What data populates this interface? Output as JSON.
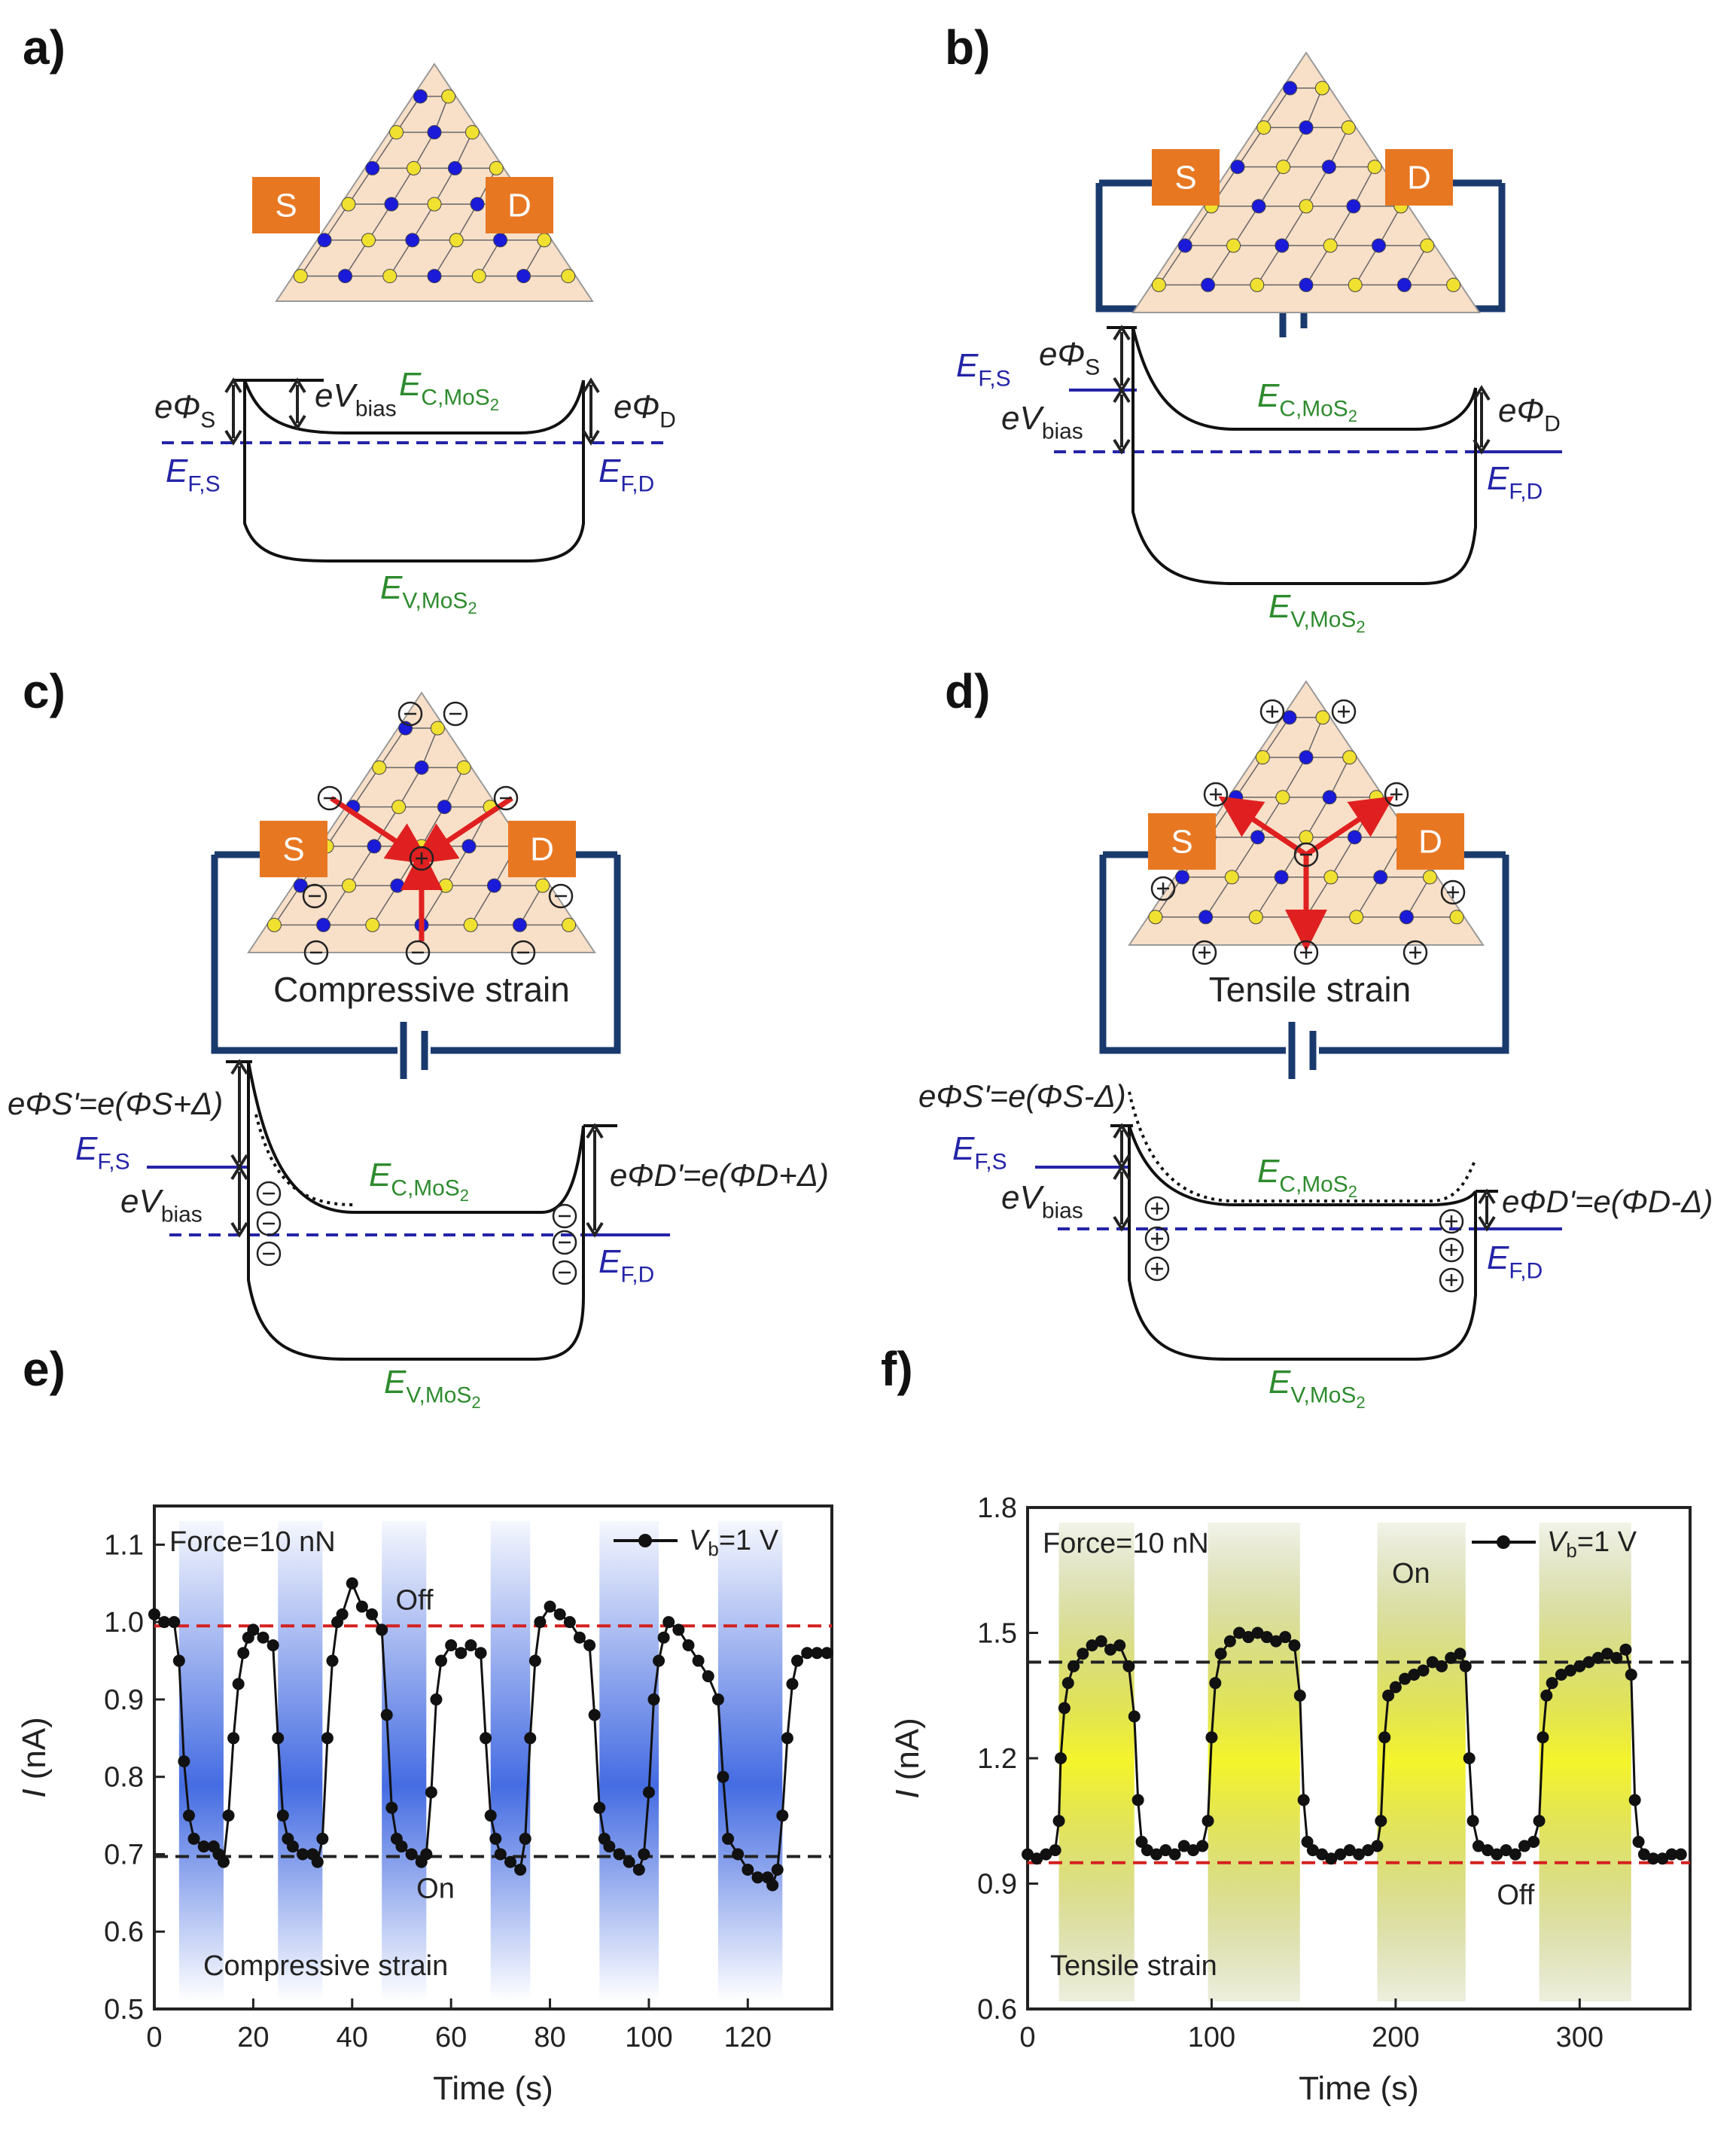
{
  "panels": {
    "a": {
      "label": "a)"
    },
    "b": {
      "label": "b)"
    },
    "c": {
      "label": "c)",
      "strain": "Compressive strain"
    },
    "d": {
      "label": "d)",
      "strain": "Tensile strain"
    },
    "e": {
      "label": "e)"
    },
    "f": {
      "label": "f)"
    }
  },
  "device": {
    "source": "S",
    "drain": "D"
  },
  "band": {
    "ec": "E",
    "ec_sub": "C,MoS",
    "ev": "E",
    "ev_sub": "V,MoS",
    "sub2": "2",
    "efs": "E",
    "efs_sub": "F,S",
    "efd": "E",
    "efd_sub": "F,D",
    "ephis": "eΦ",
    "ephis_sub": "S",
    "ephid": "eΦ",
    "ephid_sub": "D",
    "ev_bias": "eV",
    "bias_sub": "bias"
  },
  "annot": {
    "c_left": "eΦS'=e(ΦS+Δ)",
    "c_right": "eΦD'=e(ΦD+Δ)",
    "d_left": "eΦS'=e(ΦS-Δ)",
    "d_right": "eΦD'=e(ΦD-Δ)"
  },
  "colors": {
    "device": "#e87722",
    "flake": "#f8dfc8",
    "circuit": "#1a3a6e",
    "mo": "#1a1ad8",
    "s": "#f0e030"
  },
  "chart_data": [
    {
      "type": "line",
      "panel": "e",
      "xlabel": "Time (s)",
      "ylabel": "I (nA)",
      "xlim": [
        0,
        137
      ],
      "ylim": [
        0.5,
        1.15
      ],
      "xticks": [
        0,
        20,
        40,
        60,
        80,
        100,
        120
      ],
      "yticks": [
        0.5,
        0.6,
        0.7,
        0.8,
        0.9,
        1.0,
        1.1
      ],
      "ytick_labels": [
        "0.5",
        "0.6",
        "0.7",
        "0.8",
        "0.9",
        "1.0",
        "1.1"
      ],
      "legend": "Vb=1 V",
      "legend_sub": "b",
      "force": "Force=10 nN",
      "strain_label": "Compressive strain",
      "off_label": "Off",
      "on_label": "On",
      "off_level": 0.995,
      "on_level": 0.697,
      "series": [
        {
          "x": [
            0,
            2,
            4,
            5,
            6,
            7,
            8,
            10,
            12,
            13,
            14,
            15,
            16,
            17,
            18,
            19,
            20,
            22,
            24,
            25,
            26,
            27,
            28,
            30,
            32,
            33,
            34,
            35,
            36,
            37,
            38,
            40,
            42,
            44,
            46,
            47,
            48,
            49,
            50,
            52,
            54,
            55,
            56,
            57,
            58,
            60,
            62,
            64,
            66,
            67,
            68,
            69,
            70,
            72,
            74,
            75,
            76,
            77,
            78,
            80,
            82,
            84,
            86,
            88,
            89,
            90,
            91,
            92,
            94,
            96,
            98,
            99,
            100,
            101,
            102,
            103,
            104,
            106,
            108,
            110,
            112,
            114,
            115,
            116,
            118,
            120,
            122,
            124,
            125,
            126,
            127,
            128,
            129,
            130,
            132,
            134,
            136
          ],
          "y": [
            1.01,
            1.0,
            1.0,
            0.95,
            0.82,
            0.75,
            0.72,
            0.71,
            0.71,
            0.7,
            0.69,
            0.75,
            0.85,
            0.92,
            0.96,
            0.98,
            0.99,
            0.98,
            0.97,
            0.85,
            0.75,
            0.72,
            0.71,
            0.7,
            0.7,
            0.69,
            0.72,
            0.85,
            0.95,
            1.0,
            1.01,
            1.05,
            1.02,
            1.01,
            0.99,
            0.88,
            0.76,
            0.72,
            0.71,
            0.7,
            0.69,
            0.7,
            0.78,
            0.9,
            0.95,
            0.97,
            0.96,
            0.97,
            0.96,
            0.85,
            0.75,
            0.72,
            0.7,
            0.69,
            0.68,
            0.72,
            0.85,
            0.95,
            1.0,
            1.02,
            1.01,
            1.0,
            0.98,
            0.97,
            0.88,
            0.76,
            0.72,
            0.71,
            0.7,
            0.69,
            0.68,
            0.7,
            0.78,
            0.9,
            0.95,
            0.98,
            1.0,
            0.99,
            0.97,
            0.95,
            0.93,
            0.9,
            0.8,
            0.72,
            0.7,
            0.68,
            0.67,
            0.67,
            0.66,
            0.68,
            0.75,
            0.85,
            0.92,
            0.95,
            0.96,
            0.96,
            0.96
          ]
        }
      ],
      "strain_bands": [
        [
          5,
          14
        ],
        [
          25,
          34
        ],
        [
          46,
          55
        ],
        [
          68,
          76
        ],
        [
          90,
          102
        ],
        [
          114,
          127
        ]
      ]
    },
    {
      "type": "line",
      "panel": "f",
      "xlabel": "Time (s)",
      "ylabel": "I (nA)",
      "xlim": [
        0,
        360
      ],
      "ylim": [
        0.6,
        1.8
      ],
      "xticks": [
        0,
        100,
        200,
        300
      ],
      "yticks": [
        0.6,
        0.9,
        1.2,
        1.5,
        1.8
      ],
      "ytick_labels": [
        "0.6",
        "0.9",
        "1.2",
        "1.5",
        "1.8"
      ],
      "legend": "Vb=1 V",
      "legend_sub": "b",
      "force": "Force=10 nN",
      "strain_label": "Tensile strain",
      "off_label": "Off",
      "on_label": "On",
      "off_level": 0.95,
      "on_level": 1.43,
      "series": [
        {
          "x": [
            0,
            5,
            10,
            15,
            17,
            18,
            20,
            22,
            25,
            30,
            35,
            40,
            45,
            50,
            55,
            58,
            60,
            62,
            65,
            70,
            75,
            80,
            85,
            90,
            95,
            98,
            100,
            102,
            105,
            110,
            115,
            120,
            125,
            130,
            135,
            140,
            145,
            148,
            150,
            152,
            155,
            160,
            165,
            170,
            175,
            180,
            185,
            190,
            192,
            194,
            196,
            200,
            205,
            210,
            215,
            220,
            225,
            230,
            235,
            238,
            240,
            242,
            245,
            250,
            255,
            260,
            265,
            270,
            275,
            278,
            280,
            282,
            285,
            290,
            295,
            300,
            305,
            310,
            315,
            320,
            325,
            328,
            330,
            332,
            335,
            340,
            345,
            350,
            355
          ],
          "y": [
            0.97,
            0.96,
            0.97,
            0.98,
            1.05,
            1.2,
            1.32,
            1.38,
            1.42,
            1.45,
            1.47,
            1.48,
            1.46,
            1.47,
            1.42,
            1.3,
            1.1,
            1.0,
            0.98,
            0.97,
            0.98,
            0.97,
            0.99,
            0.98,
            0.99,
            1.05,
            1.25,
            1.38,
            1.45,
            1.48,
            1.5,
            1.49,
            1.5,
            1.49,
            1.48,
            1.49,
            1.47,
            1.35,
            1.1,
            1.0,
            0.98,
            0.97,
            0.96,
            0.97,
            0.98,
            0.97,
            0.98,
            0.99,
            1.05,
            1.25,
            1.35,
            1.37,
            1.39,
            1.4,
            1.41,
            1.43,
            1.42,
            1.44,
            1.45,
            1.42,
            1.2,
            1.05,
            0.99,
            0.98,
            0.97,
            0.98,
            0.97,
            0.99,
            1.0,
            1.05,
            1.25,
            1.35,
            1.38,
            1.4,
            1.41,
            1.42,
            1.43,
            1.44,
            1.45,
            1.44,
            1.46,
            1.4,
            1.1,
            1.0,
            0.97,
            0.96,
            0.96,
            0.97,
            0.97
          ]
        }
      ],
      "strain_bands": [
        [
          17,
          58
        ],
        [
          98,
          148
        ],
        [
          190,
          238
        ],
        [
          278,
          328
        ]
      ]
    }
  ]
}
